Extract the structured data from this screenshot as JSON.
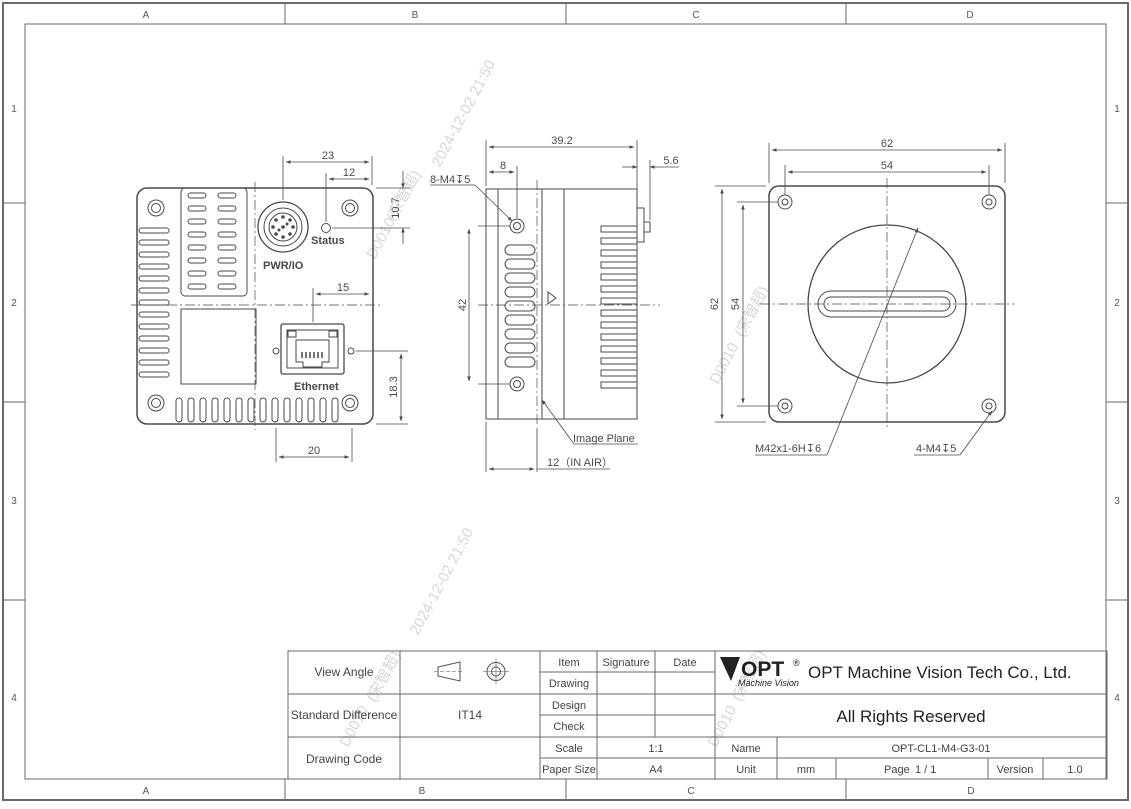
{
  "border": {
    "columns_top": [
      "A",
      "B",
      "C",
      "D"
    ],
    "columns_bottom": [
      "A",
      "B",
      "C",
      "D"
    ],
    "rows": [
      "1",
      "2",
      "3",
      "4"
    ]
  },
  "views": {
    "back": {
      "labels": {
        "connector": "PWR/IO",
        "status": "Status",
        "ethernet": "Ethernet"
      },
      "dims": {
        "top_outer": "23",
        "top_inner": "12",
        "right_top": "10.7",
        "mid": "15",
        "right_bottom": "18.3",
        "bottom": "20"
      }
    },
    "side": {
      "dims": {
        "length": "39.2",
        "front": "8",
        "rear": "5.6",
        "height": "42"
      },
      "callouts": {
        "holes": "8-M4↧5",
        "image_plane": "Image Plane",
        "air": "12（IN AIR）"
      }
    },
    "front": {
      "dims": {
        "width_outer": "62",
        "width_inner": "54",
        "height_outer": "62",
        "height_inner": "54"
      },
      "callouts": {
        "mount": "M42x1-6H↧6",
        "holes": "4-M4↧5"
      }
    }
  },
  "title_block": {
    "view_angle_label": "View Angle",
    "standard_difference_label": "Standard Difference",
    "standard_difference_value": "IT14",
    "drawing_code_label": "Drawing Code",
    "drawing_code_value": "",
    "item": "Item",
    "signature": "Signature",
    "date": "Date",
    "drawing": "Drawing",
    "design": "Design",
    "check": "Check",
    "scale_label": "Scale",
    "scale_value": "1:1",
    "paper_size_label": "Paper Size",
    "paper_size_value": "A4",
    "logo_text": "OPT",
    "logo_registered": "®",
    "logo_sub": "Machine Vision",
    "company": "OPT Machine Vision Tech Co., Ltd.",
    "rights": "All Rights Reserved",
    "name_label": "Name",
    "name_value": "OPT-CL1-M4-G3-01",
    "unit_label": "Unit",
    "unit_value": "mm",
    "page_label": "Page",
    "page_value": "1 / 1",
    "version_label": "Version",
    "version_value": "1.0"
  },
  "watermark": {
    "id": "D0010",
    "name": "(宋智超)",
    "date": "2024-12-02 21:50"
  },
  "colors": {
    "line": "#4a4a4a",
    "border": "#6a6a6a",
    "watermark": "#d2d2d2"
  }
}
